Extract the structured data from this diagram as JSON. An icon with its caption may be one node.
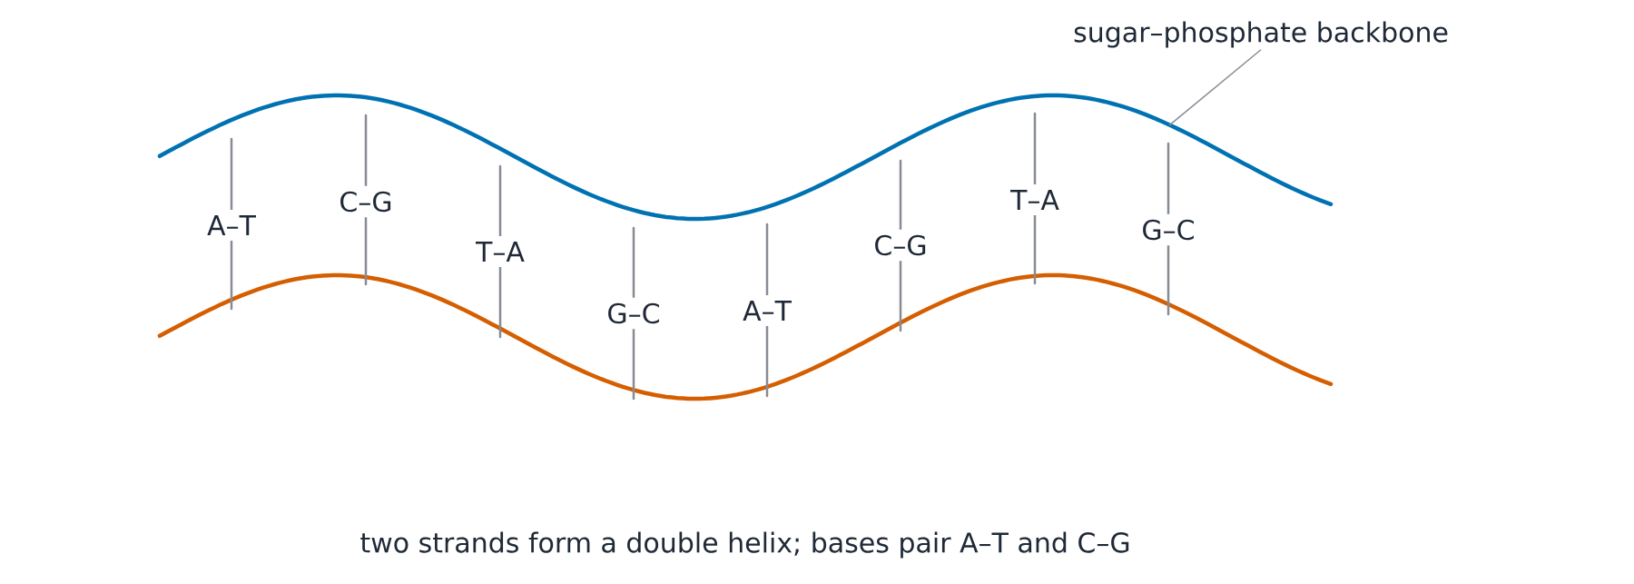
{
  "diagram": {
    "caption": "two strands form a double helix; bases pair A–T and C–G",
    "nodes": [
      {
        "text": [
          "sugar–phosphate backbone"
        ]
      },
      {
        "text": [],
        "shape": "curve"
      }
    ],
    "edges": [
      {
        "from": 0,
        "to": 1,
        "arrow": "none"
      }
    ],
    "labels": [
      "A–T",
      "C–G",
      "T–A",
      "G–C",
      "A–T",
      "C–G",
      "T–A",
      "G–C"
    ]
  }
}
